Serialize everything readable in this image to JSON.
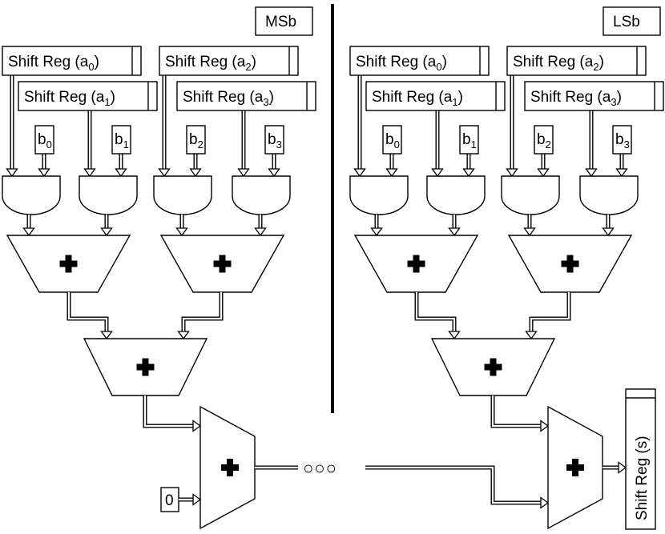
{
  "sections": [
    {
      "label": "MSb",
      "shift_regs": [
        {
          "name": "Shift Reg",
          "open": "(a",
          "sub": "0",
          "close": ")"
        },
        {
          "name": "Shift Reg",
          "open": "(a",
          "sub": "1",
          "close": ")"
        },
        {
          "name": "Shift Reg",
          "open": "(a",
          "sub": "2",
          "close": ")"
        },
        {
          "name": "Shift Reg",
          "open": "(a",
          "sub": "3",
          "close": ")"
        }
      ],
      "b_inputs": [
        {
          "name": "b",
          "sub": "0"
        },
        {
          "name": "b",
          "sub": "1"
        },
        {
          "name": "b",
          "sub": "2"
        },
        {
          "name": "b",
          "sub": "3"
        }
      ],
      "constant_input": "0"
    },
    {
      "label": "LSb",
      "shift_regs": [
        {
          "name": "Shift Reg",
          "open": "(a",
          "sub": "0",
          "close": ")"
        },
        {
          "name": "Shift Reg",
          "open": "(a",
          "sub": "1",
          "close": ")"
        },
        {
          "name": "Shift Reg",
          "open": "(a",
          "sub": "2",
          "close": ")"
        },
        {
          "name": "Shift Reg",
          "open": "(a",
          "sub": "3",
          "close": ")"
        }
      ],
      "b_inputs": [
        {
          "name": "b",
          "sub": "0"
        },
        {
          "name": "b",
          "sub": "1"
        },
        {
          "name": "b",
          "sub": "2"
        },
        {
          "name": "b",
          "sub": "3"
        }
      ]
    }
  ],
  "output_register": "Shift Reg (s)",
  "ellipsis": "○○○"
}
